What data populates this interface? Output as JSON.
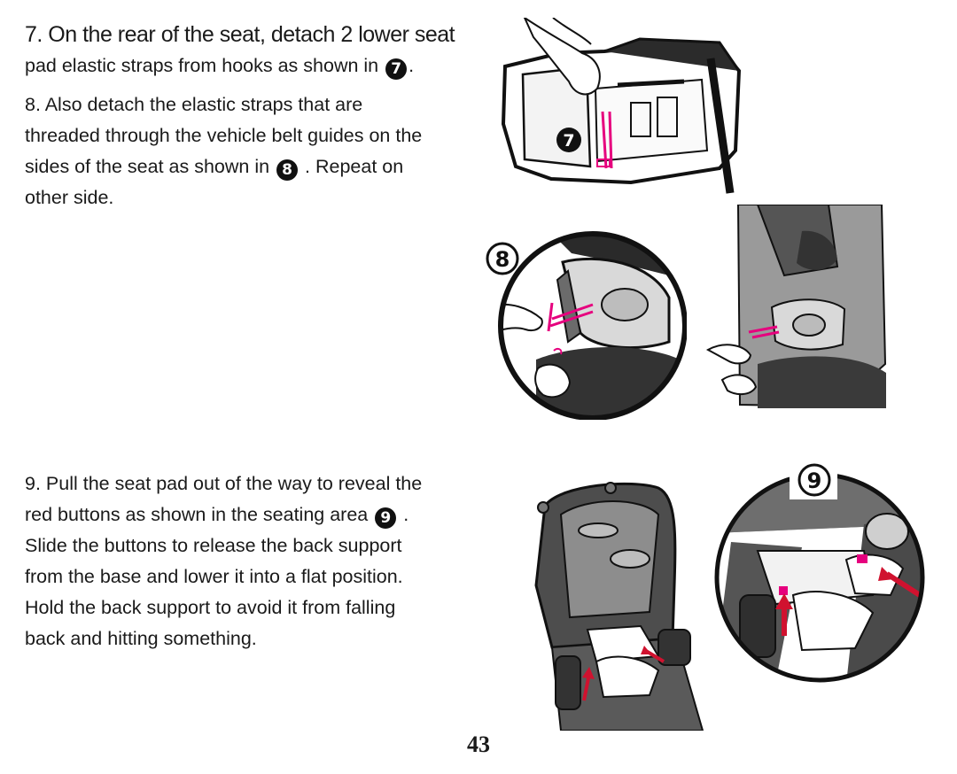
{
  "step7": {
    "line1": "7. On the rear of the seat, detach 2 lower seat",
    "line2_pre": "pad elastic straps from hooks as shown in",
    "line2_badge": "7",
    "line2_post": "."
  },
  "step8": {
    "line1": "8.  Also detach the elastic straps that are",
    "line2": "threaded through the vehicle belt guides on the",
    "line3_pre": "sides of the seat as shown in",
    "line3_badge": "8",
    "line3_post": ". Repeat on",
    "line4": "other side."
  },
  "step9": {
    "line1": "9. Pull the seat pad out of the way to reveal the",
    "line2_pre": "red buttons as shown in the seating area",
    "line2_badge": "9",
    "line2_post": ".",
    "line3": "Slide the buttons to release the back support",
    "line4": "from the base and lower it into a flat position.",
    "line5": "Hold the back support to avoid it from falling",
    "line6": "back and hitting something."
  },
  "figures": {
    "fig7_callout": "7",
    "fig8_callout": "8",
    "fig9_callout": "9"
  },
  "colors": {
    "accent_magenta": "#e6007e",
    "arrow_red": "#d0122f",
    "ink": "#1a1a1a"
  },
  "page_number": "43"
}
